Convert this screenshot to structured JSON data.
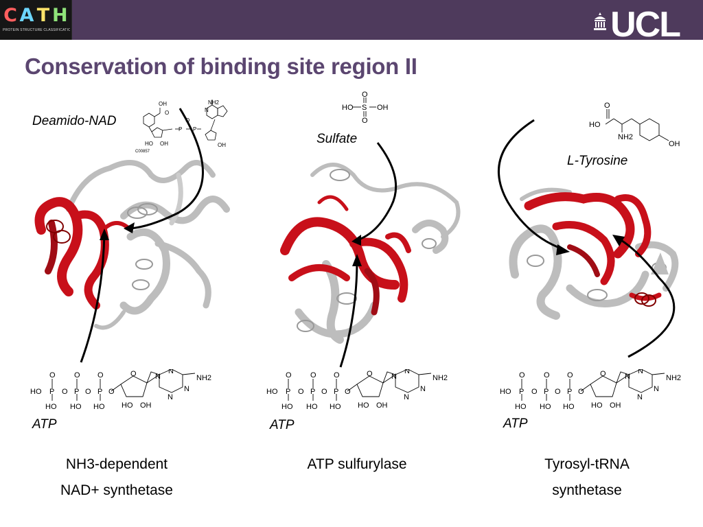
{
  "header": {
    "cath_letters": [
      {
        "char": "C",
        "color": "#ff5e5e"
      },
      {
        "char": "A",
        "color": "#6cd6ff"
      },
      {
        "char": "T",
        "color": "#ffe36a"
      },
      {
        "char": "H",
        "color": "#8fe37a"
      }
    ],
    "cath_subtitle": "PROTEIN STRUCTURE CLASSIFICATION",
    "ucl_text": "UCL",
    "bar_color": "#4e3a5c"
  },
  "title": "Conservation of binding site region II",
  "colors": {
    "title": "#5b4670",
    "conserved": "#c8101a",
    "other": "#bdbdbd"
  },
  "panels": [
    {
      "ligand": "Deamido-NAD",
      "ligand_code": "C00857",
      "ligand_structure_labels": [
        "OH",
        "O",
        "HO",
        "OH",
        "P",
        "P",
        "O",
        "N",
        "NH2",
        "OH"
      ],
      "atp": "ATP",
      "enzyme_lines": [
        "NH3-dependent",
        "NAD+ synthetase"
      ]
    },
    {
      "ligand": "Sulfate",
      "ligand_structure_labels": [
        "O",
        "HO",
        "S",
        "OH",
        "O"
      ],
      "atp": "ATP",
      "enzyme_lines": [
        "ATP sulfurylase"
      ]
    },
    {
      "ligand": "L-Tyrosine",
      "ligand_structure_labels": [
        "O",
        "HO",
        "NH2",
        "OH"
      ],
      "atp": "ATP",
      "enzyme_lines": [
        "Tyrosyl-tRNA",
        "synthetase"
      ]
    }
  ],
  "atp_structure_labels": {
    "phosphate_top": [
      "O",
      "O",
      "O"
    ],
    "phosphate_row": [
      "HO",
      "P",
      "O",
      "P",
      "O",
      "P",
      "O"
    ],
    "phosphate_bottom": [
      "HO",
      "HO",
      "HO"
    ],
    "ribose": [
      "HO",
      "OH",
      "O"
    ],
    "adenine": [
      "N",
      "N",
      "N",
      "N",
      "NH2"
    ]
  }
}
